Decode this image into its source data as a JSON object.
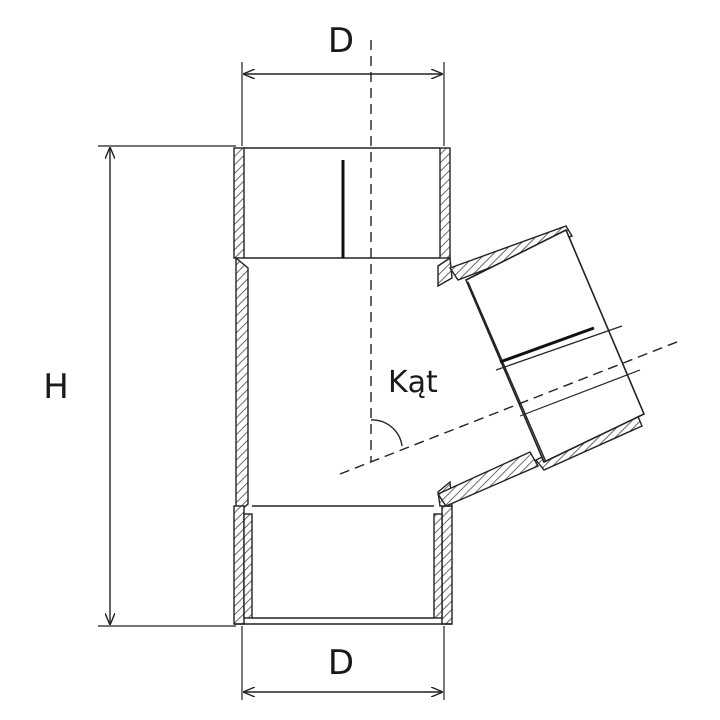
{
  "labels": {
    "diameter_top": "D",
    "diameter_bottom": "D",
    "height": "H",
    "angle": "Kąt"
  }
}
